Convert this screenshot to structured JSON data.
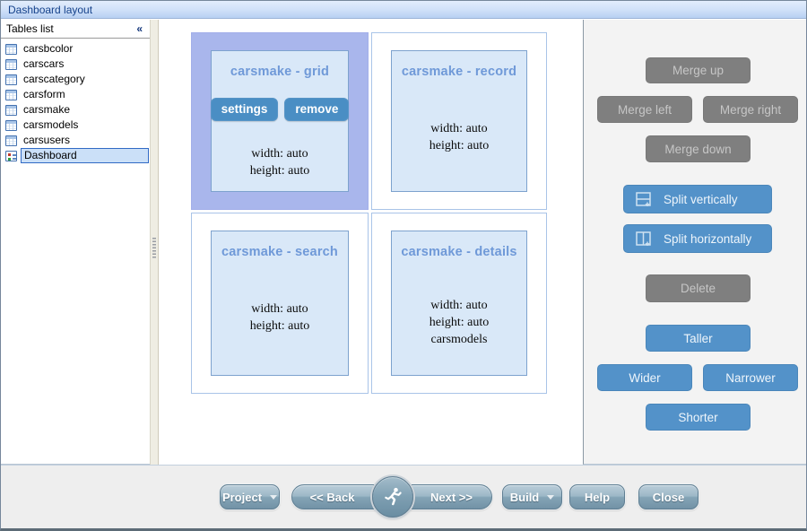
{
  "window": {
    "title": "Dashboard layout"
  },
  "sidebar": {
    "header": "Tables list",
    "collapse_icon": "«",
    "tables": [
      "carsbcolor",
      "carscars",
      "carscategory",
      "carsform",
      "carsmake",
      "carsmodels",
      "carsusers"
    ],
    "dashboard": "Dashboard"
  },
  "canvas": {
    "cells": [
      {
        "title": "carsmake - grid",
        "state": "selected",
        "buttons": {
          "settings": "settings",
          "remove": "remove"
        },
        "lines": [
          "width: auto",
          "height: auto"
        ]
      },
      {
        "title": "carsmake - record",
        "lines": [
          "width: auto",
          "height: auto"
        ]
      },
      {
        "title": "carsmake - search",
        "lines": [
          "width: auto",
          "height: auto"
        ]
      },
      {
        "title": "carsmake - details",
        "lines": [
          "width: auto",
          "height: auto",
          "carsmodels"
        ]
      }
    ]
  },
  "actions": {
    "merge_up": "Merge up",
    "merge_left": "Merge left",
    "merge_right": "Merge right",
    "merge_down": "Merge down",
    "split_vertically": "Split vertically",
    "split_horizontally": "Split horizontally",
    "delete": "Delete",
    "taller": "Taller",
    "wider": "Wider",
    "narrower": "Narrower",
    "shorter": "Shorter"
  },
  "toolbar": {
    "project": "Project",
    "back": "<< Back",
    "next": "Next >>",
    "build": "Build",
    "help": "Help",
    "close": "Close"
  },
  "colors": {
    "accent_blue": "#5392c9",
    "disabled_gray": "#7f7f7f",
    "selected_cell_fill": "#a9b6ec",
    "panel_fill": "#d9e8f8",
    "panel_border": "#7da2ce",
    "panel_title_text": "#6f99d8",
    "cell_border": "#a9c4e8",
    "titlebar_text": "#15428b",
    "tree_selection_border": "#316ac5"
  }
}
